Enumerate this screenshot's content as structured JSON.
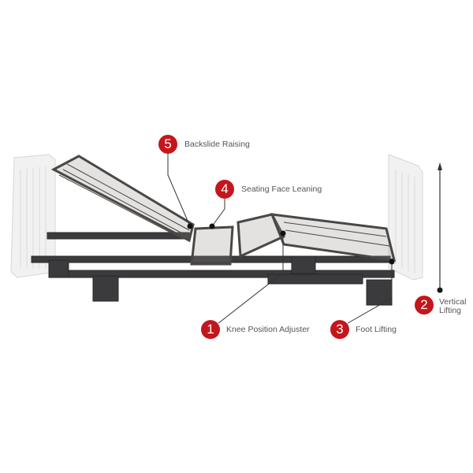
{
  "accent_color": "#c4161c",
  "callouts": [
    {
      "number": "1",
      "label": "Knee Position Adjuster"
    },
    {
      "number": "2",
      "label_line1": "Vertical",
      "label_line2": "Lifting"
    },
    {
      "number": "3",
      "label": "Foot Lifting"
    },
    {
      "number": "4",
      "label": "Seating Face Leaning"
    },
    {
      "number": "5",
      "label": "Backslide Raising"
    }
  ]
}
